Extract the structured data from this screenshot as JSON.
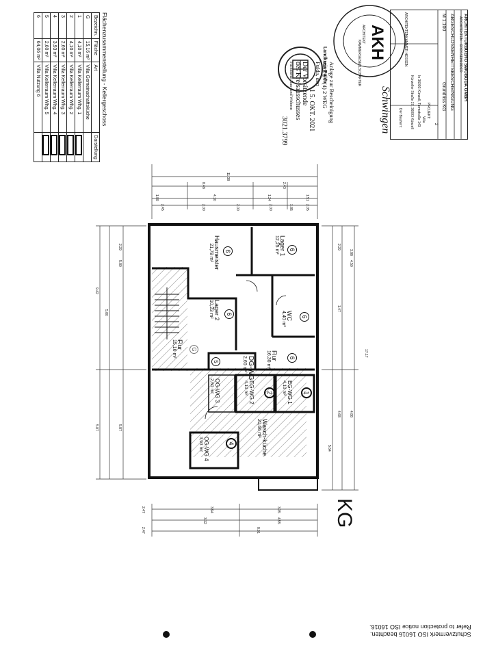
{
  "legend": {
    "title": "Flächenzusammenstellung - Kellergeschoss",
    "headers": [
      "Bezeichn.",
      "Fläche",
      "Art",
      "Darstellung"
    ],
    "rows": [
      {
        "id": "G",
        "area": "15,16 m²",
        "use": "Villa Gemeinschaftsküche"
      },
      {
        "id": "1",
        "area": "4,10 m²",
        "use": "Villa Kellerraum Whg. 1"
      },
      {
        "id": "2",
        "area": "4,10 m²",
        "use": "Villa Kellerraum Whg. 2"
      },
      {
        "id": "3",
        "area": "2,60 m²",
        "use": "Villa Kellerraum Whg. 3"
      },
      {
        "id": "4",
        "area": "3,93 m²",
        "use": "Villa Kellerraum Whg. 4"
      },
      {
        "id": "5",
        "area": "2,60 m²",
        "use": "Villa Kellerraum Whg. 5"
      },
      {
        "id": "6",
        "area": "64,06 m²",
        "use": "Villa Nutzung 6"
      }
    ]
  },
  "stamp_approval": {
    "line1": "Anlage zur Bescheinigung",
    "line2": "nach § 7 (4) 2 WEG",
    "line3": "Fulda, den",
    "date": "1 5. OKT. 2021",
    "line4": "Der Vorsitzende",
    "line5": "des Kreisausschusses",
    "line6": "Fachdienst Bau- und Wohnen",
    "ref": "3021.3799",
    "seal": "Landkreis Fulda"
  },
  "stamp_architect": {
    "ring": "ARCHITEKTENKAMMER HESSEN",
    "role": "ARCHITEKT",
    "chamber": "KAMMERGESELLSCHAFTER",
    "initials": "AKH"
  },
  "titleblock": {
    "firm": "ARCHITEKTURBUERO SWOBODA GMBH",
    "firm_sub": "ARCHITEKTEN · GROSSENLÜDER",
    "cert": "ABGESCHLOSSENHEITSBESCHEINIGUNG",
    "drawing": "Grundriss KG",
    "scale": "M 1:100",
    "sheet": "2",
    "project_label": "PROJEKT:",
    "project": "Villa",
    "address1": "In 36093 Künzell, Turmstraße 143",
    "address2": "Künzeller Straße 17, 36093 Künzell",
    "builder_label": "Der Bauherr:",
    "signature": "Schwingen"
  },
  "floor_label": "KG",
  "footer": {
    "line1": "Schutzvermerk ISO 16016 beachten.",
    "line2": "Refer to protection notice ISO 16016."
  },
  "rooms": [
    {
      "name": "Hausmeister",
      "area": "21,78 m²",
      "unit": "6"
    },
    {
      "name": "Lager 1",
      "area": "12,25 m²",
      "unit": "6"
    },
    {
      "name": "Lager 2",
      "area": "10,23 m²",
      "unit": "6"
    },
    {
      "name": "WC",
      "area": "4,40 m²",
      "unit": "6"
    },
    {
      "name": "Flur",
      "area": "15,16 m²",
      "unit": "G"
    },
    {
      "name": "Flur",
      "area": "16,30 m²",
      "unit": "6"
    },
    {
      "name": "DG-WG",
      "area": "2,60 m²",
      "unit": "5"
    },
    {
      "name": "OG-WG 3",
      "area": "2,60 m²",
      "unit": ""
    },
    {
      "name": "EG-WG 2",
      "area": "4,10 m²",
      "unit": "2"
    },
    {
      "name": "EG-WG 1",
      "area": "4,10 m²",
      "unit": "1"
    },
    {
      "name": "Wasch-küche",
      "area": "20,66 m²",
      "unit": ""
    },
    {
      "name": "OG-WG 4",
      "area": "3,93 m²",
      "unit": "4"
    }
  ],
  "dims": {
    "top_total": "11.38",
    "top_mid": "8.48",
    "top_parts": [
      "1.99",
      "2.43",
      "4.10",
      "1.24",
      "1.51"
    ],
    "top_row2": [
      "2.45",
      "2.00",
      "2.00",
      "2.00",
      "1.85",
      "2.05"
    ],
    "left_total": "9.42",
    "left_parts": [
      "5.80",
      "5.87",
      "2.29",
      "3.88",
      "4.50"
    ],
    "right_total": "17.17",
    "right_parts": [
      "4.68",
      "5.64",
      "1.47",
      "4.88"
    ],
    "bottom_total": "8.91",
    "bottom_parts": [
      "3.94",
      "3.35",
      "4.55",
      "3.12",
      "2.47",
      "2.47"
    ]
  }
}
